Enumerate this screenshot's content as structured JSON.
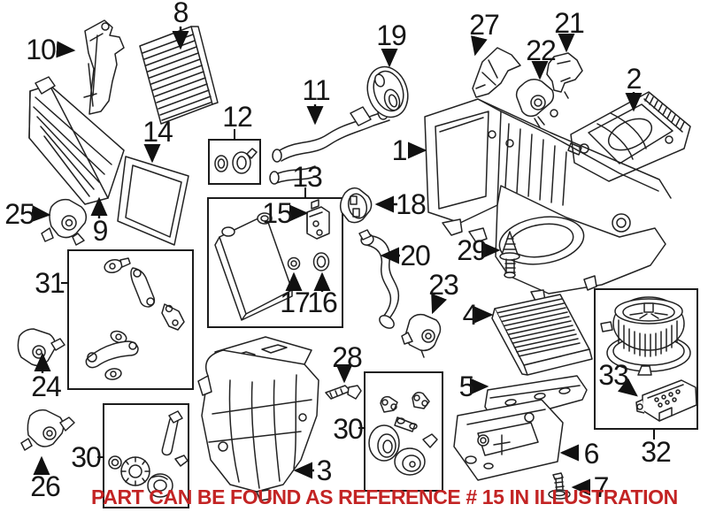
{
  "figure": {
    "type": "exploded-parts-diagram",
    "subject": "HVAC heater and evaporator unit parts illustration",
    "background": "#ffffff",
    "line_color": "#222222",
    "notice": {
      "text": "PART CAN BE FOUND AS REFERENCE # 15 IN ILLUSTRATION",
      "color": "#c32424"
    },
    "callouts": {
      "c1": "1",
      "c2": "2",
      "c3": "3",
      "c4": "4",
      "c5": "5",
      "c6": "6",
      "c7": "7",
      "c8": "8",
      "c9": "9",
      "c10": "10",
      "c11": "11",
      "c12": "12",
      "c13": "13",
      "c14": "14",
      "c15": "15",
      "c16": "16",
      "c17": "17",
      "c18": "18",
      "c19": "19",
      "c20": "20",
      "c21": "21",
      "c22": "22",
      "c23": "23",
      "c24": "24",
      "c25": "25",
      "c26": "26",
      "c27": "27",
      "c28": "28",
      "c29": "29",
      "c30a": "30",
      "c30b": "30",
      "c31": "31",
      "c32": "32",
      "c33": "33"
    }
  }
}
